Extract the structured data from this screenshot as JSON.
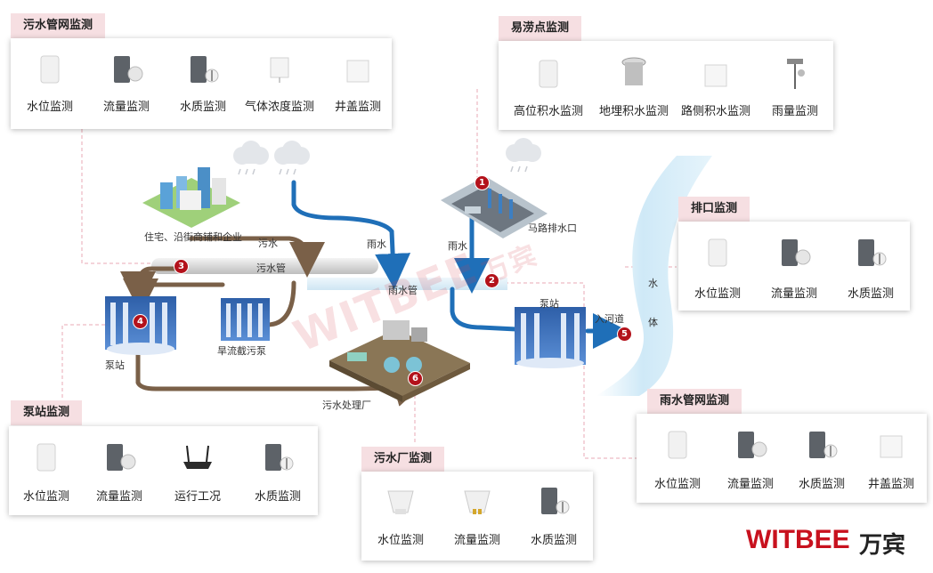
{
  "panels": {
    "sewage_network": {
      "title": "污水管网监测",
      "devices": [
        "水位监测",
        "流量监测",
        "水质监测",
        "气体浓度监测",
        "井盖监测"
      ]
    },
    "flood_point": {
      "title": "易涝点监测",
      "devices": [
        "高位积水监测",
        "地埋积水监测",
        "路侧积水监测",
        "雨量监测"
      ]
    },
    "outlet": {
      "title": "排口监测",
      "devices": [
        "水位监测",
        "流量监测",
        "水质监测"
      ]
    },
    "pump_station": {
      "title": "泵站监测",
      "devices": [
        "水位监测",
        "流量监测",
        "运行工况",
        "水质监测"
      ]
    },
    "sewage_plant": {
      "title": "污水厂监测",
      "devices": [
        "水位监测",
        "流量监测",
        "水质监测"
      ]
    },
    "rain_network": {
      "title": "雨水管网监测",
      "devices": [
        "水位监测",
        "流量监测",
        "水质监测",
        "井盖监测"
      ]
    }
  },
  "scene": {
    "residential": "住宅、沿街商铺和企业",
    "sewage_flow": "污水",
    "sewage_pipe": "污水管",
    "rain_left": "雨水",
    "rain_pipe": "雨水管",
    "rain_right": "雨水",
    "road_drain": "马路排水口",
    "pump_left": "泵站",
    "pump_right": "泵站",
    "dry_pump": "旱流截污泵",
    "into_river": "入河道",
    "water_body_1": "水",
    "water_body_2": "体",
    "plant": "污水处理厂",
    "watermark_en": "WITBEE",
    "watermark_cn": "万宾"
  },
  "badges": [
    "1",
    "2",
    "3",
    "4",
    "5",
    "6"
  ],
  "logo": {
    "en": "WITBEE",
    "cn": "万宾"
  },
  "colors": {
    "title_bg": "#f6dfe2",
    "sewage_arrow": "#7a6048",
    "rain_arrow": "#1f6fb8",
    "badge": "#b3121b",
    "logo_red": "#c8111e"
  }
}
